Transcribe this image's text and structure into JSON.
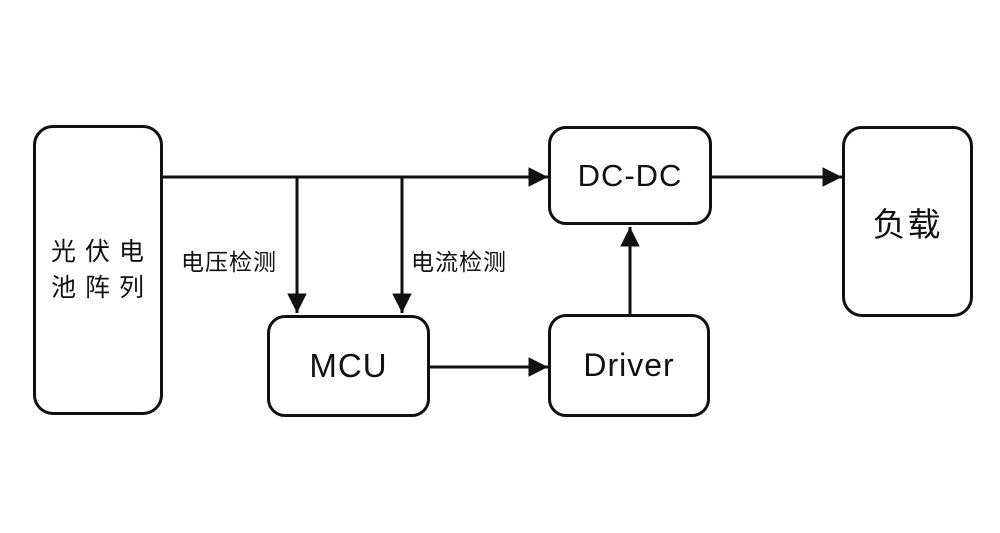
{
  "colors": {
    "ink": "#111111",
    "background": "#ffffff"
  },
  "blocks": {
    "pv_array": {
      "line1": "光 伏 电",
      "line2": "池 阵 列"
    },
    "dc_dc": {
      "label": "DC-DC"
    },
    "load": {
      "label": "负载"
    },
    "mcu": {
      "label": "MCU"
    },
    "driver": {
      "label": "Driver"
    }
  },
  "edge_labels": {
    "voltage_sense": "电压检测",
    "current_sense": "电流检测"
  },
  "edges": [
    {
      "from": "pv_array",
      "to": "dc_dc",
      "label": ""
    },
    {
      "from": "pv_array",
      "to": "mcu",
      "label": "电压检测"
    },
    {
      "from": "pv_array",
      "to": "mcu",
      "label": "电流检测"
    },
    {
      "from": "mcu",
      "to": "driver",
      "label": ""
    },
    {
      "from": "driver",
      "to": "dc_dc",
      "label": ""
    },
    {
      "from": "dc_dc",
      "to": "load",
      "label": ""
    }
  ]
}
